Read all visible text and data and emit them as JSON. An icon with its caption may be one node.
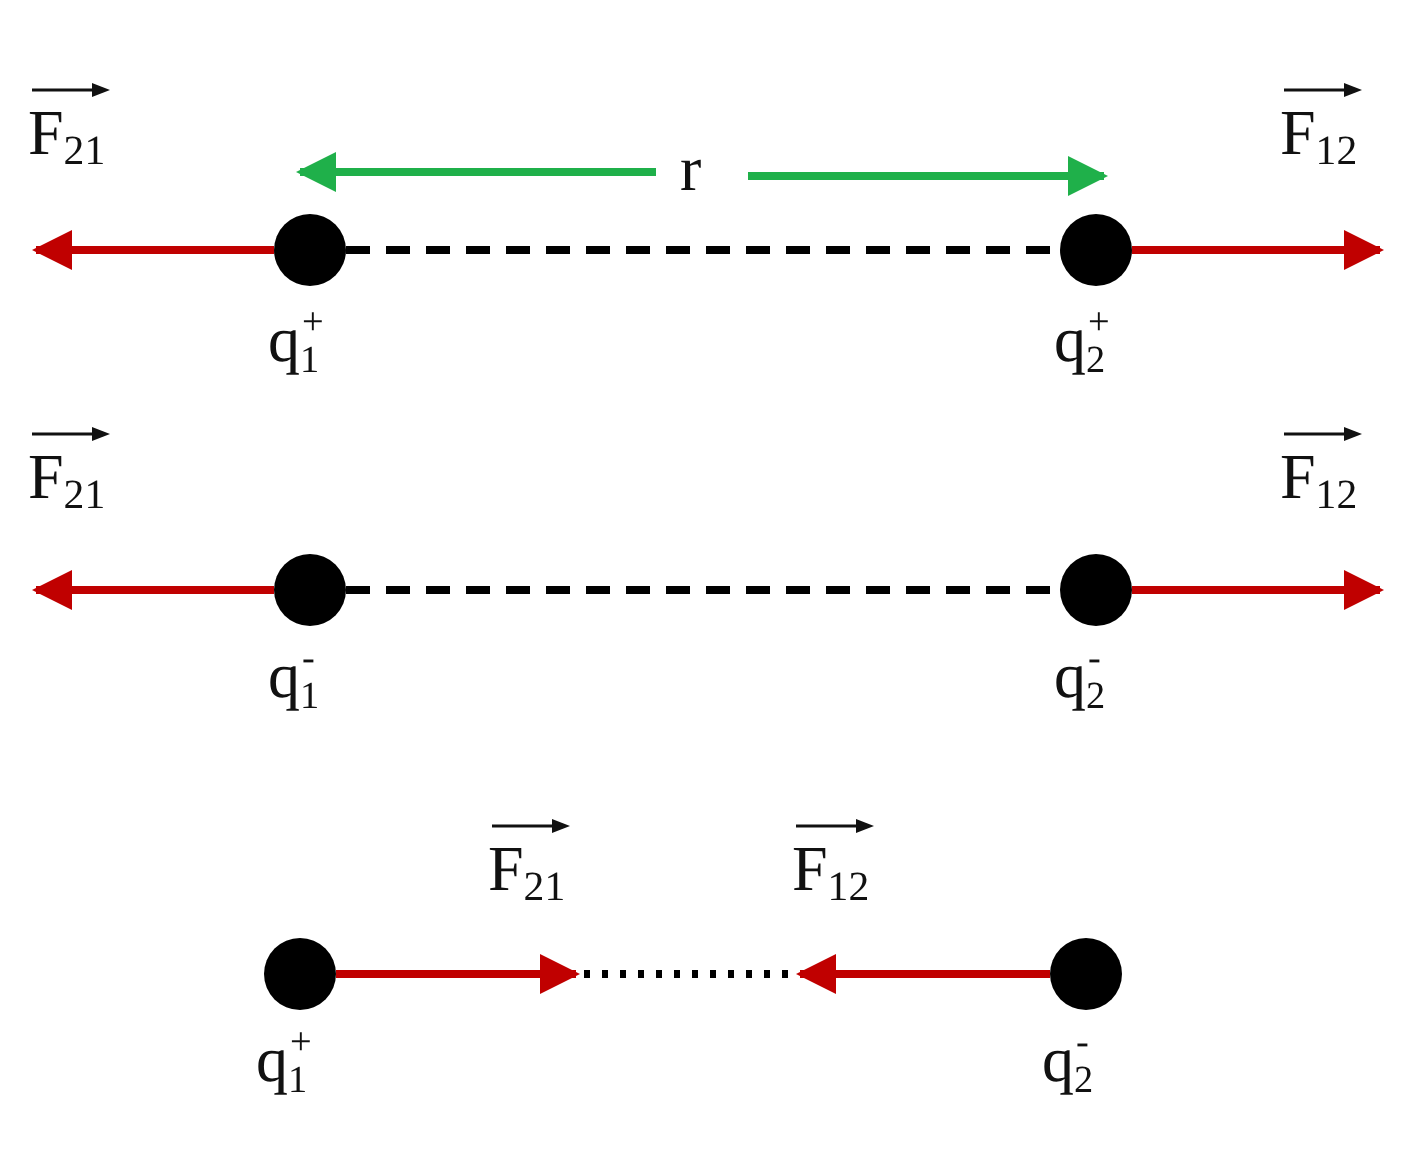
{
  "diagram": {
    "nodes": [
      {
        "text": [],
        "shape": "circle",
        "beside": [
          "q$_{1}$$^{+}$"
        ]
      },
      {
        "text": [],
        "shape": "circle",
        "beside": [
          "q$_{2}$$^{+}$"
        ]
      },
      {
        "text": [],
        "shape": "circle",
        "beside": [
          "q$_{1}$$^{-}$"
        ]
      },
      {
        "text": [],
        "shape": "circle",
        "beside": [
          "q$_{2}$$^{-}$"
        ]
      },
      {
        "text": [],
        "shape": "circle",
        "beside": [
          "q$_{1}$$^{+}$"
        ]
      },
      {
        "text": [],
        "shape": "circle",
        "beside": [
          "q$_{2}$$^{-}$"
        ]
      }
    ],
    "edges": [
      {
        "from": 0,
        "to": null,
        "arrow": "to",
        "label": "F$_{21}$"
      },
      {
        "from": 0,
        "to": 1,
        "arrow": "none",
        "style": "dashed",
        "color": "#000000"
      },
      {
        "from": 1,
        "to": null,
        "arrow": "to",
        "label": "F$_{12}$"
      },
      {
        "from": 2,
        "to": null,
        "arrow": "to",
        "label": "F$_{21}$"
      },
      {
        "from": 2,
        "to": 3,
        "arrow": "none",
        "style": "dashed",
        "color": "#000000"
      },
      {
        "from": 3,
        "to": null,
        "arrow": "to",
        "label": "F$_{12}$"
      },
      {
        "from": 4,
        "to": null,
        "arrow": "to",
        "label": "F$_{21}$"
      },
      {
        "from": 5,
        "to": null,
        "arrow": "to",
        "label": "F$_{12}$"
      }
    ],
    "labels": [
      "r"
    ]
  }
}
